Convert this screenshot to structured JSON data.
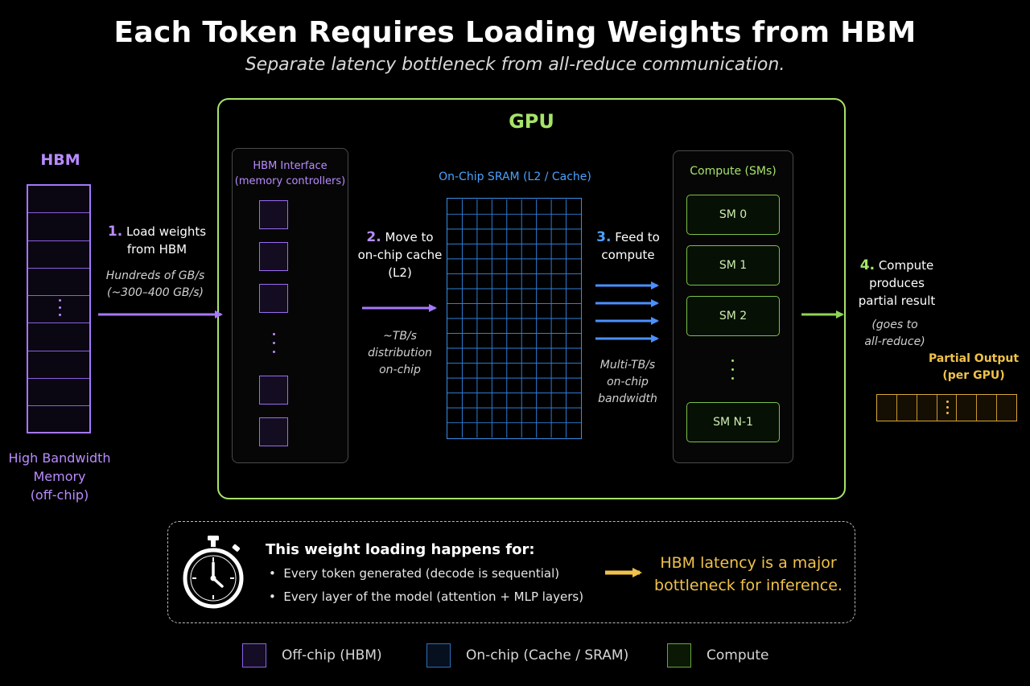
{
  "title": "Each Token Requires Loading Weights from HBM",
  "subtitle": "Separate latency bottleneck from all-reduce communication.",
  "hbm": {
    "label": "HBM",
    "caption_lines": [
      "High Bandwidth",
      "Memory",
      "(off-chip)"
    ]
  },
  "steps": {
    "s1": {
      "num": "1.",
      "line1": "Load weights",
      "line2": "from HBM",
      "note1": "Hundreds of GB/s",
      "note2": "(~300–400 GB/s)"
    },
    "s2": {
      "num": "2.",
      "line1": "Move to",
      "line2": "on-chip cache",
      "line3": "(L2)",
      "note1": "~TB/s",
      "note2": "distribution",
      "note3": "on-chip"
    },
    "s3": {
      "num": "3.",
      "line1": "Feed to",
      "line2": "compute",
      "note1": "Multi-TB/s",
      "note2": "on-chip",
      "note3": "bandwidth"
    },
    "s4": {
      "num": "4.",
      "line1": "Compute",
      "line2": "produces",
      "line3": "partial result",
      "note1": "(goes to",
      "note2": "all-reduce)"
    }
  },
  "gpu": {
    "label": "GPU",
    "hbm_interface": {
      "title": "HBM Interface",
      "subtitle": "(memory controllers)"
    },
    "sram": {
      "title": "On-Chip SRAM (L2 / Cache)"
    },
    "compute": {
      "title": "Compute (SMs)",
      "sms": [
        "SM 0",
        "SM 1",
        "SM 2",
        "SM N-1"
      ]
    }
  },
  "partial_output": {
    "line1": "Partial Output",
    "line2": "(per GPU)"
  },
  "note": {
    "heading": "This weight loading happens for:",
    "bullets": [
      "Every token generated (decode is sequential)",
      "Every layer of the model (attention + MLP layers)"
    ],
    "conclusion_line1": "HBM latency is a major",
    "conclusion_line2": "bottleneck for inference.",
    "icon": "stopwatch-icon"
  },
  "legend": [
    {
      "label": "Off-chip (HBM)",
      "color": "#b98cff"
    },
    {
      "label": "On-chip (Cache / SRAM)",
      "color": "#2f6fb8"
    },
    {
      "label": "Compute",
      "color": "#7cc04a"
    }
  ],
  "colors": {
    "hbm": "#b98cff",
    "gpu": "#a6e36a",
    "sram": "#4aa2ff",
    "output": "#f0c24a"
  }
}
